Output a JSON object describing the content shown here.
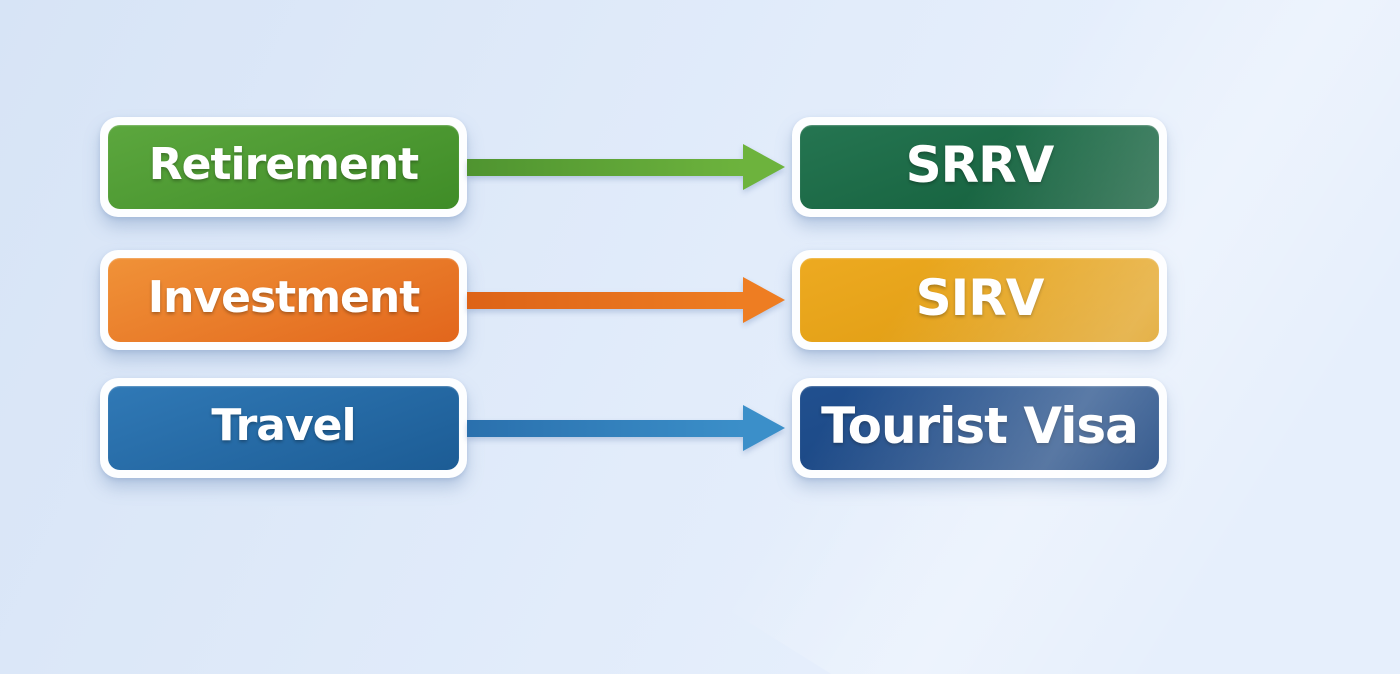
{
  "canvas": {
    "background_start": "#d7e4f6",
    "background_end": "#e6effc"
  },
  "diagram": {
    "type": "mapping",
    "text_color": "#ffffff",
    "frame_color": "#fdfeff",
    "rows": [
      {
        "left": {
          "label": "Retirement",
          "color_top": "#5ca73e",
          "color_bottom": "#3f8c27"
        },
        "arrow": {
          "icon": "arrow-right",
          "color_start": "#4f9430",
          "color_end": "#6db33d"
        },
        "right": {
          "label": "SRRV",
          "color_top": "#257551",
          "color_bottom": "#125d3a"
        }
      },
      {
        "left": {
          "label": "Investment",
          "color_top": "#f09238",
          "color_bottom": "#e2661c"
        },
        "arrow": {
          "icon": "arrow-right",
          "color_start": "#dd6317",
          "color_end": "#ee7d22"
        },
        "right": {
          "label": "SIRV",
          "color_top": "#edaa21",
          "color_bottom": "#dc990f"
        }
      },
      {
        "left": {
          "label": "Travel",
          "color_top": "#3079b6",
          "color_bottom": "#1c5c95"
        },
        "arrow": {
          "icon": "arrow-right",
          "color_start": "#2a70ad",
          "color_end": "#3b8fc9"
        },
        "right": {
          "label": "Tourist Visa",
          "color_top": "#21508f",
          "color_bottom": "#16407b"
        }
      }
    ]
  }
}
